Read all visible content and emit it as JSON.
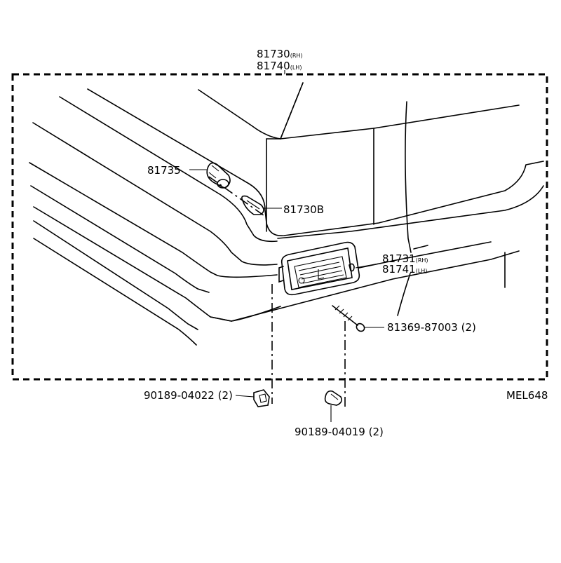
{
  "diagram": {
    "code": "MEL648",
    "parts": {
      "lamp_assy": {
        "number": "81730",
        "side": "(RH)"
      },
      "lamp_assy_lh": {
        "number": "81740",
        "side": "(LH)"
      },
      "socket": {
        "number": "81735"
      },
      "bulb": {
        "number": "81730B"
      },
      "lens": {
        "number": "81731",
        "side": "(RH)"
      },
      "lens_lh": {
        "number": "81741",
        "side": "(LH)"
      },
      "screw": {
        "number": "81369-87003",
        "qty": "(2)"
      },
      "nut": {
        "number": "90189-04022",
        "qty": "(2)"
      },
      "grommet": {
        "number": "90189-04019",
        "qty": "(2)"
      }
    }
  }
}
